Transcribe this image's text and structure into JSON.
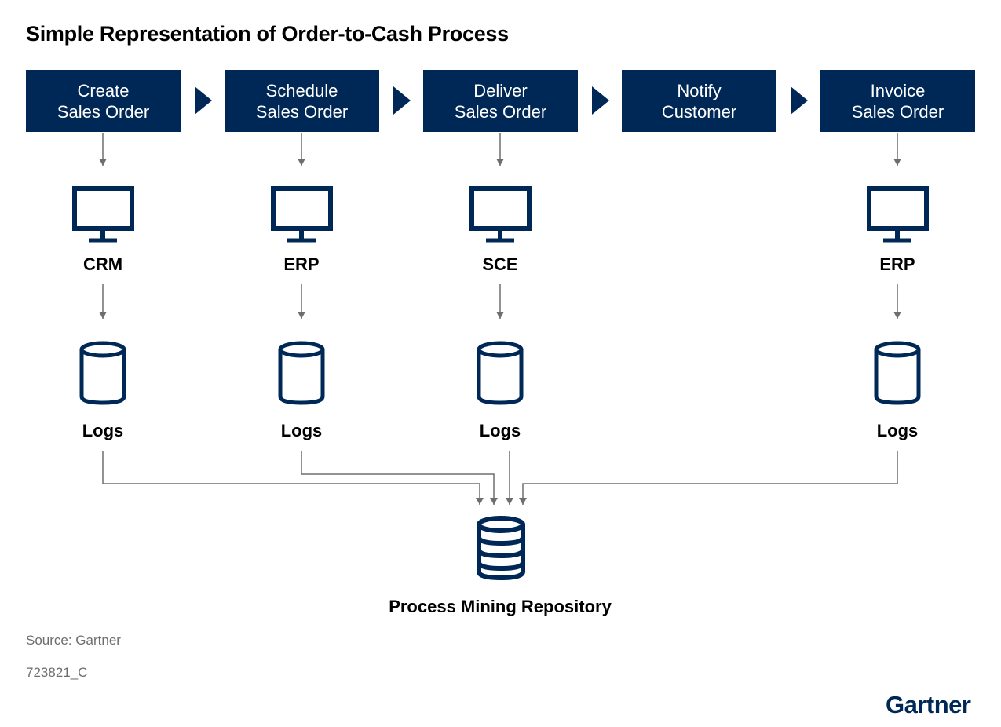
{
  "title": "Simple Representation of Order-to-Cash Process",
  "steps": [
    {
      "label": "Create\nSales Order"
    },
    {
      "label": "Schedule\nSales Order"
    },
    {
      "label": "Deliver\nSales Order"
    },
    {
      "label": "Notify\nCustomer"
    },
    {
      "label": "Invoice\nSales Order"
    }
  ],
  "systems": [
    "CRM",
    "ERP",
    "SCE",
    "ERP"
  ],
  "logs": [
    "Logs",
    "Logs",
    "Logs",
    "Logs"
  ],
  "repository": "Process Mining Repository",
  "source": "Source: Gartner",
  "doc_id": "723821_C",
  "logo": "Gartner",
  "colors": {
    "navy": "#002856",
    "connector": "#6d6e71",
    "footnote": "#6d6e71"
  }
}
